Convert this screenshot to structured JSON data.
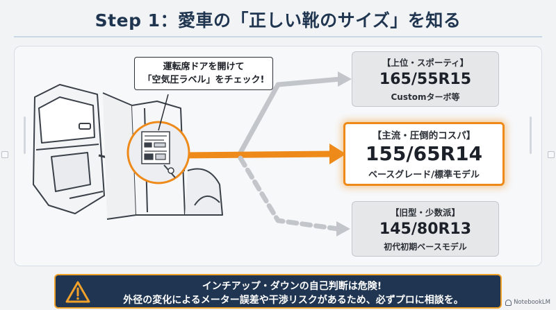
{
  "header": {
    "title": "Step 1：愛車の「正しい靴のサイズ」を知る"
  },
  "callout": {
    "line1": "運転席ドアを開けて",
    "line2": "「空気圧ラベル」をチェック!"
  },
  "options": [
    {
      "tag": "【上位・スポーティ】",
      "size": "165/55R15",
      "sub": "Customターボ等"
    },
    {
      "tag": "【主流・圧倒的コスパ】",
      "size": "155/65R14",
      "sub": "ベースグレード/標準モデル"
    },
    {
      "tag": "【旧型・少数派】",
      "size": "145/80R13",
      "sub": "初代初期ベースモデル"
    }
  ],
  "warning": {
    "line1": "インチアップ・ダウンの自己判断は危険!",
    "line2": "外径の変化によるメーター誤差や干渉リスクがあるため、必ずプロに相談を。"
  },
  "brand": {
    "label": "NotebookLM"
  },
  "colors": {
    "accent": "#ee8a1a",
    "navy": "#1f3552",
    "grey_arrow": "#c2c6cb"
  }
}
